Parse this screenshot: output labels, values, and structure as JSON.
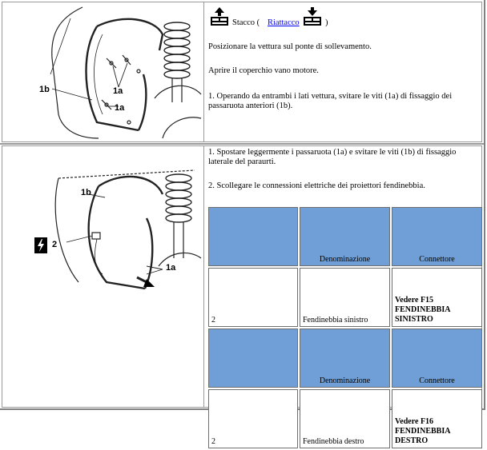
{
  "step1": {
    "header": {
      "stacco_label": "Stacco (",
      "riattacco_link": "Riattacco",
      "close_paren": ")"
    },
    "paragraphs": [
      "Posizionare la vettura sul ponte di sollevamento.",
      "Aprire il coperchio vano motore.",
      "1. Operando da entrambi i lati vettura, svitare le viti (1a) di fissaggio dei passaruota anteriori (1b)."
    ],
    "figure_labels": {
      "l1b": "1b",
      "l1a_top": "1a",
      "l1a_bottom": "1a"
    }
  },
  "step2": {
    "paragraphs": [
      "1. Spostare leggermente i passaruota (1a) e svitare le viti (1b) di fissaggio laterale del paraurti.",
      "2. Scollegare le connessioni elettriche dei proiettori fendinebbia."
    ],
    "figure_labels": {
      "l1b": "1b",
      "l2": "2",
      "l1a": "1a"
    },
    "table": {
      "blocks": [
        {
          "header": {
            "col1": "",
            "col2": "Denominazione",
            "col3": "Connettore"
          },
          "row": {
            "col1": "2",
            "col2": "Fendinebbia sinistro",
            "col3": "Vedere F15 FENDINEBBIA SINISTRO"
          }
        },
        {
          "header": {
            "col1": "",
            "col2": "Denominazione",
            "col3": "Connettore"
          },
          "row": {
            "col1": "2",
            "col2": "Fendinebbia destro",
            "col3": "Vedere F16 FENDINEBBIA DESTRO"
          }
        }
      ]
    }
  }
}
